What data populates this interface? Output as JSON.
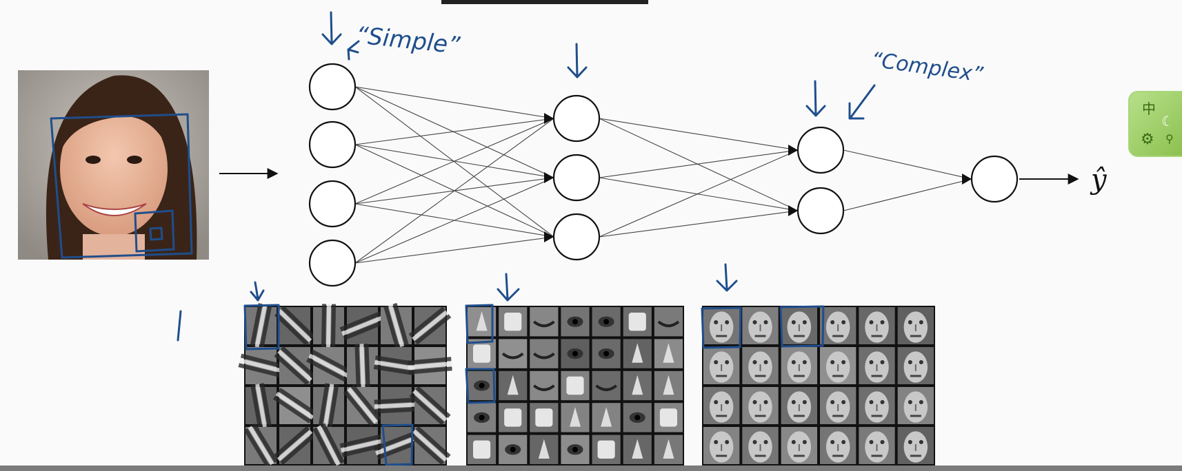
{
  "annotations": {
    "simple": "“Simple”",
    "complex": "“Complex”"
  },
  "network": {
    "layers": [
      4,
      3,
      2,
      1
    ],
    "output_label": "ŷ"
  },
  "feature_grids": [
    {
      "name": "edges",
      "rows": 4,
      "cols": 6
    },
    {
      "name": "face-parts",
      "rows": 5,
      "cols": 7
    },
    {
      "name": "faces",
      "rows": 4,
      "cols": 6
    }
  ],
  "widget": {
    "zh_label": "中",
    "icons": [
      "moon-icon",
      "gear-icon",
      "pin-icon"
    ]
  }
}
